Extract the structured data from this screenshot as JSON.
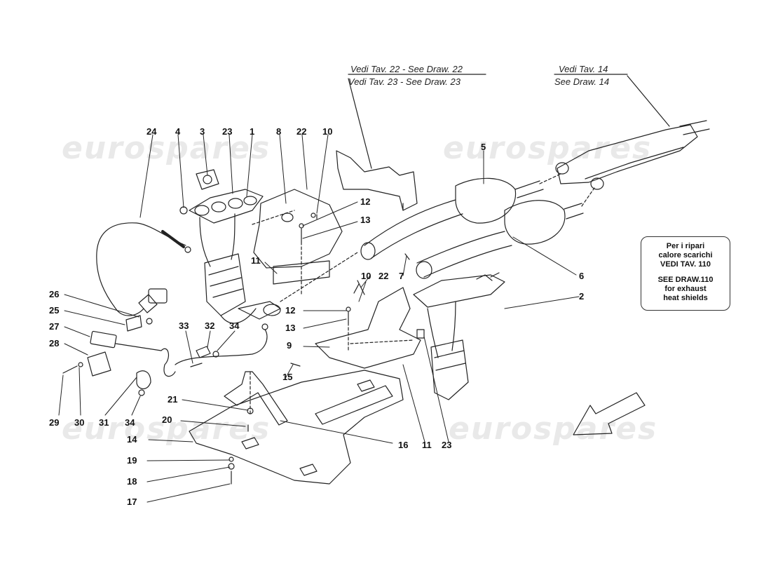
{
  "watermark": "eurospares",
  "references": {
    "draw22": "Vedi Tav. 22 - See Draw. 22",
    "draw23": "Vedi Tav. 23 - See Draw. 23",
    "tav14": "Vedi Tav. 14",
    "draw14": "See Draw. 14"
  },
  "note": {
    "line1": "Per i ripari",
    "line2": "calore scarichi",
    "line3": "VEDI TAV. 110",
    "line4": "SEE DRAW.110",
    "line5": "for exhaust",
    "line6": "heat shields"
  },
  "labels": [
    "24",
    "4",
    "3",
    "23",
    "1",
    "8",
    "22",
    "10",
    "5",
    "12",
    "13",
    "11",
    "10",
    "22",
    "7",
    "6",
    "2",
    "26",
    "25",
    "12",
    "13",
    "27",
    "33",
    "32",
    "34",
    "9",
    "28",
    "15",
    "21",
    "20",
    "14",
    "16",
    "11",
    "23",
    "29",
    "30",
    "31",
    "34",
    "19",
    "18",
    "17"
  ]
}
